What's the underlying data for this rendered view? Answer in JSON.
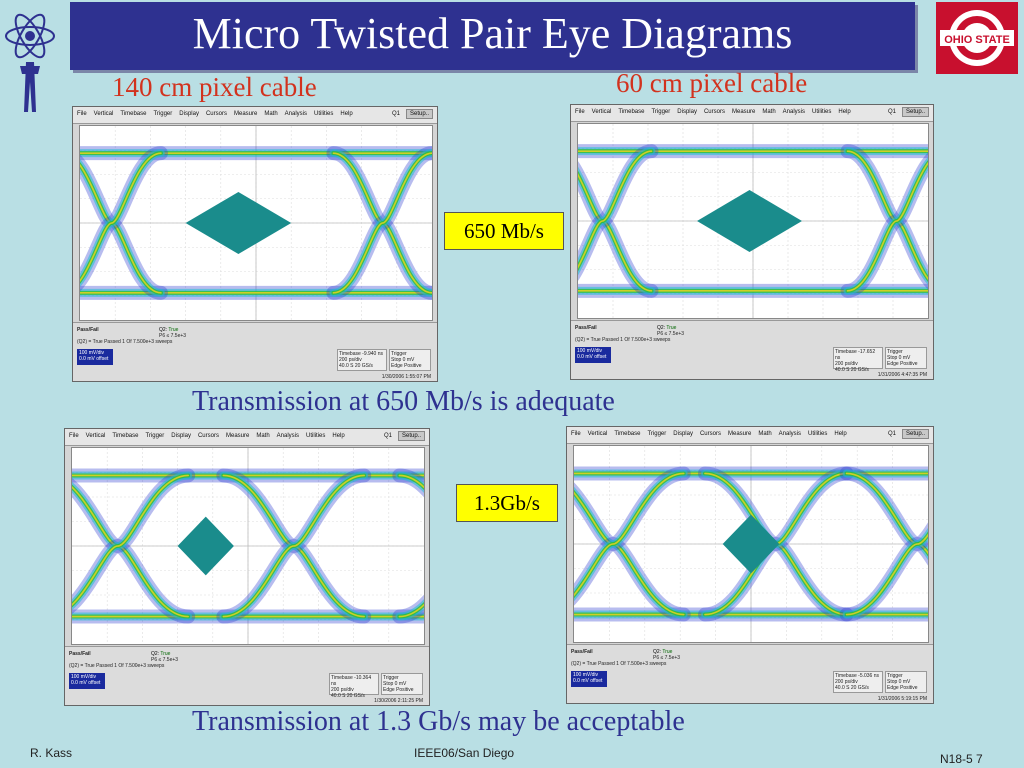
{
  "slide": {
    "title": "Micro Twisted Pair Eye Diagrams",
    "label_140": "140 cm pixel cable",
    "label_60": "60 cm pixel cable",
    "rate_650": "650 Mb/s",
    "rate_13": "1.3Gb/s",
    "caption_1": "Transmission at 650 Mb/s is adequate",
    "caption_2": "Transmission at 1.3 Gb/s may be acceptable",
    "footer_author": "R. Kass",
    "footer_conf": "IEEE06/San Diego",
    "footer_page": "N18-5 7"
  },
  "logo_right_text": "OHIO STATE",
  "scope_common": {
    "menu": [
      "File",
      "Vertical",
      "Timebase",
      "Trigger",
      "Display",
      "Cursors",
      "Measure",
      "Math",
      "Analysis",
      "Utilities",
      "Help"
    ],
    "q1": "Q1",
    "setup": "Setup..",
    "pass_fail": "Pass/Fail",
    "q2_label": "Q2:",
    "q2_value": "True",
    "q2_expr": "P6 ≤ 7.5e+3",
    "q2_count": "1 Of 7.500e+3 sweeps",
    "passed": "Passed",
    "q_true": "(Q2) = True",
    "ch_line1": "100 mV/div",
    "ch_line2": "0.0 mV offset",
    "timebase_label": "Timebase",
    "trigger_label": "Trigger",
    "stop": "Stop",
    "edge": "Edge",
    "positive": "Positive",
    "zero_mv": "0 mV"
  },
  "scopes": [
    {
      "timebase_val": "-9.940 ns",
      "time_div": "200 ps/div",
      "rate": "20 GS/s",
      "samples": "40.0 S",
      "date": "1/30/2006 1:55:07 PM"
    },
    {
      "timebase_val": "-17.652 ns",
      "time_div": "200 ps/div",
      "rate": "20 GS/s",
      "samples": "40.0 S",
      "date": "1/31/2006 4:47:35 PM"
    },
    {
      "timebase_val": "-10.364 ns",
      "time_div": "200 ps/div",
      "rate": "20 GS/s",
      "samples": "40.0 S",
      "date": "1/30/2006 2:11:25 PM"
    },
    {
      "timebase_val": "-5.036 ns",
      "time_div": "200 ps/div",
      "rate": "20 GS/s",
      "samples": "40.0 S",
      "date": "1/31/2006 5:19:15 PM"
    }
  ],
  "colors": {
    "title_bg": "#2e3190",
    "background": "#b9dfe4",
    "cable_label": "#d2321e",
    "caption": "#2e3190",
    "rate_box": "#ffff00",
    "mask": "#1a8c8c"
  }
}
